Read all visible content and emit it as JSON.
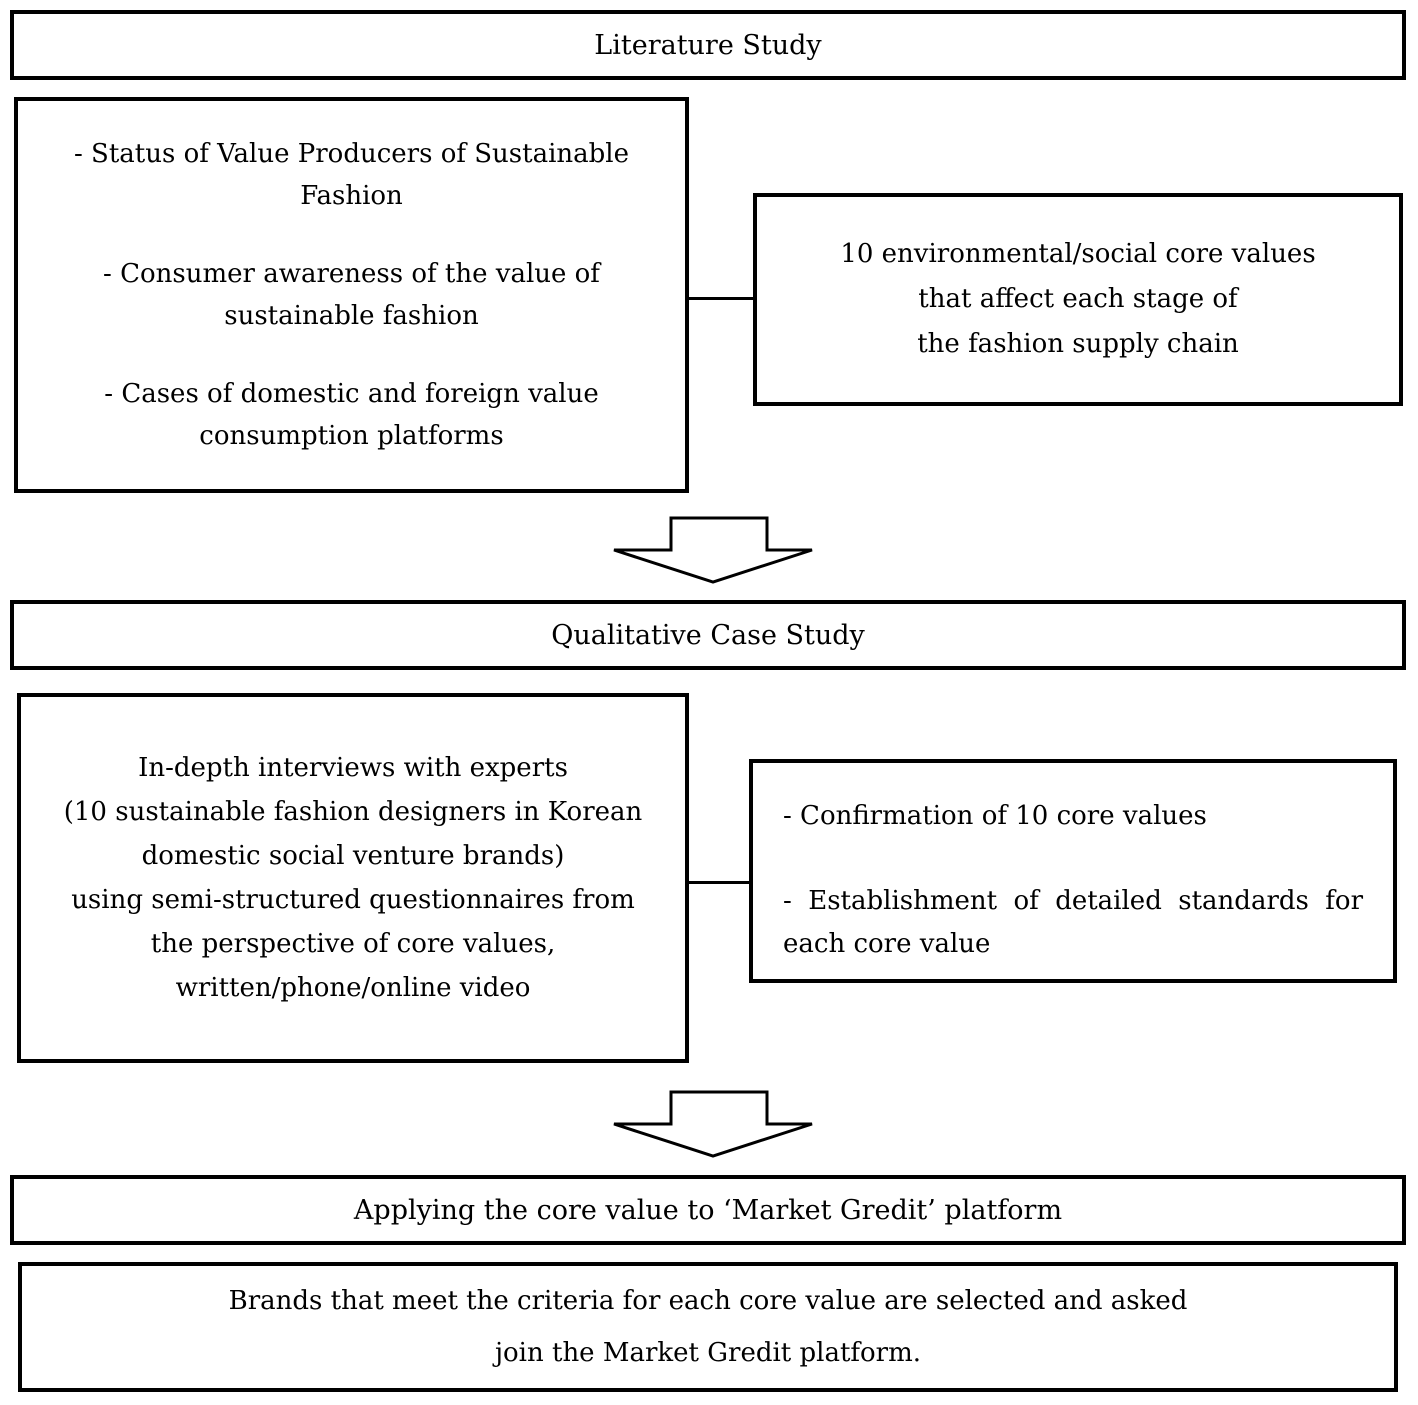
{
  "colors": {
    "background": "#ffffff",
    "line": "#000000",
    "text": "#000000"
  },
  "flow": {
    "stage1": {
      "title": "Literature Study",
      "topics": [
        [
          "- Status of Value Producers of Sustainable",
          "Fashion"
        ],
        [
          "- Consumer awareness of the value of",
          "sustainable fashion"
        ],
        [
          "- Cases of domestic and foreign value",
          "consumption platforms"
        ]
      ],
      "outcome_lines": [
        "10 environmental/social core values",
        "that affect each stage of",
        "the fashion supply chain"
      ]
    },
    "stage2": {
      "title": "Qualitative Case Study",
      "method_lines": [
        "In-depth interviews with experts",
        "(10 sustainable fashion designers in Korean",
        "domestic social venture brands)",
        "using semi-structured questionnaires from",
        "the perspective of core values,",
        "written/phone/online video"
      ],
      "outcomes": [
        "- Confirmation of 10 core values",
        "- Establishment of detailed standards for each core value"
      ]
    },
    "stage3": {
      "title": "Applying the core value to ‘Market Gredit’ platform",
      "result_lines": [
        "Brands that meet the criteria for each core value are selected and asked",
        "join the Market Gredit platform."
      ]
    }
  }
}
